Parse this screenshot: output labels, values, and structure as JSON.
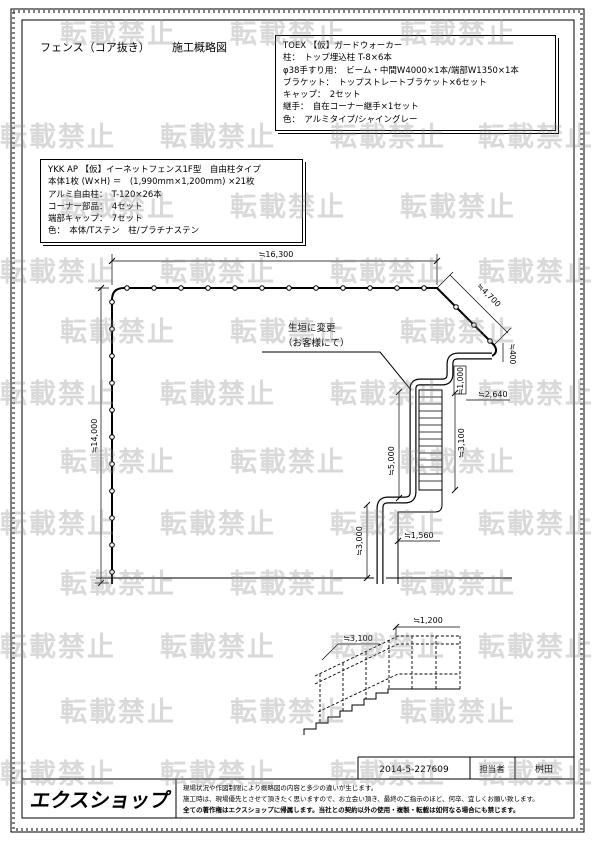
{
  "header": {
    "title": "フェンス（コア抜き）",
    "subtitle": "施工概略図"
  },
  "spec_toex": {
    "lines": [
      "TOEX 【仮】ガードウォーカー",
      "柱：　トップ埋込柱 T-8×6本",
      "φ38手すり用：　ビーム・中間W4000×1本/端部W1350×1本",
      "ブラケット：　トップストレートブラケット×6セット",
      "キャップ：　2セット",
      "継手：　自在コーナー継手×1セット",
      "色：　アルミタイプ/シャイングレー"
    ]
  },
  "spec_ykk": {
    "lines": [
      "YKK AP 【仮】イーネットフェンス1F型　自由柱タイプ",
      "本体1枚 (W×H) ＝　(1,990mm×1,200mm) ×21枚",
      "アルミ自由柱：　T-120×26本",
      "コーナー部品：　4セット",
      "端部キャップ：　7セット",
      "色：　本体/Tステン　柱/プラチナステン"
    ]
  },
  "plan": {
    "dims": {
      "top_width": "≒16,300",
      "left_height": "≒14,000",
      "diagonal": "≒4,700",
      "end_return": "≒400",
      "stair_landing": "≒1,000",
      "stair_offset": "≒2,640",
      "stair_length": "≒3,100",
      "hedge_length": "≒5,000",
      "lower_length": "≒3,000",
      "lower_width": "≒1,560"
    },
    "callout": {
      "line1": "生垣に変更",
      "line2": "（お客様にて）"
    }
  },
  "elevation": {
    "dims": {
      "run": "≒3,100",
      "height": "≒1,200"
    }
  },
  "title_block": {
    "doc_no": "2014-5-227609",
    "staff_label": "担当者",
    "staff_name": "桝田"
  },
  "footer": {
    "logo": "エクスショップ",
    "notice": [
      "現場状況や作図制限により概略図の内容と多少の違いが生じます。",
      "施工時は、現場優先とさせて頂きたく思いますので、お立会い頂き、最終のご指示のほど、何卒、宜しくお願い致します。",
      "全ての著作権はエクスショップに帰属します。当社との契約以外の使用・複製・転載は如何なる場合にも禁じます。"
    ]
  },
  "watermark": "転載禁止",
  "colors": {
    "line": "#000000",
    "paper": "#ffffff",
    "watermark": "#8c8c8c"
  }
}
